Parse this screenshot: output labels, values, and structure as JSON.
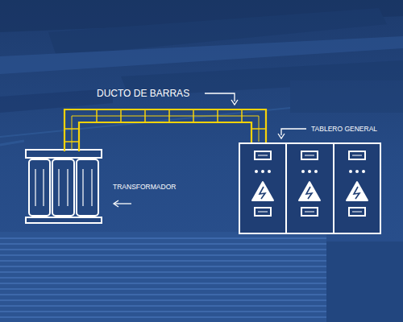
{
  "diagram": {
    "labels": [
      "DUCTO DE BARRAS",
      "TABLERO GENERAL",
      "TRANSFORMADOR"
    ]
  }
}
